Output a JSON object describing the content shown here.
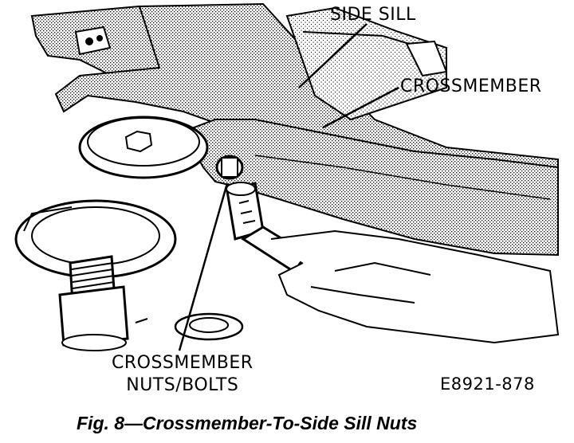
{
  "labels": {
    "side_sill": "SIDE SILL",
    "crossmember": "CROSSMEMBER",
    "crossmember_nuts_line1": "CROSSMEMBER",
    "crossmember_nuts_line2": "NUTS/BOLTS"
  },
  "drawing_code": "E8921-878",
  "caption": "Fig. 8—Crossmember-To-Side Sill Nuts"
}
